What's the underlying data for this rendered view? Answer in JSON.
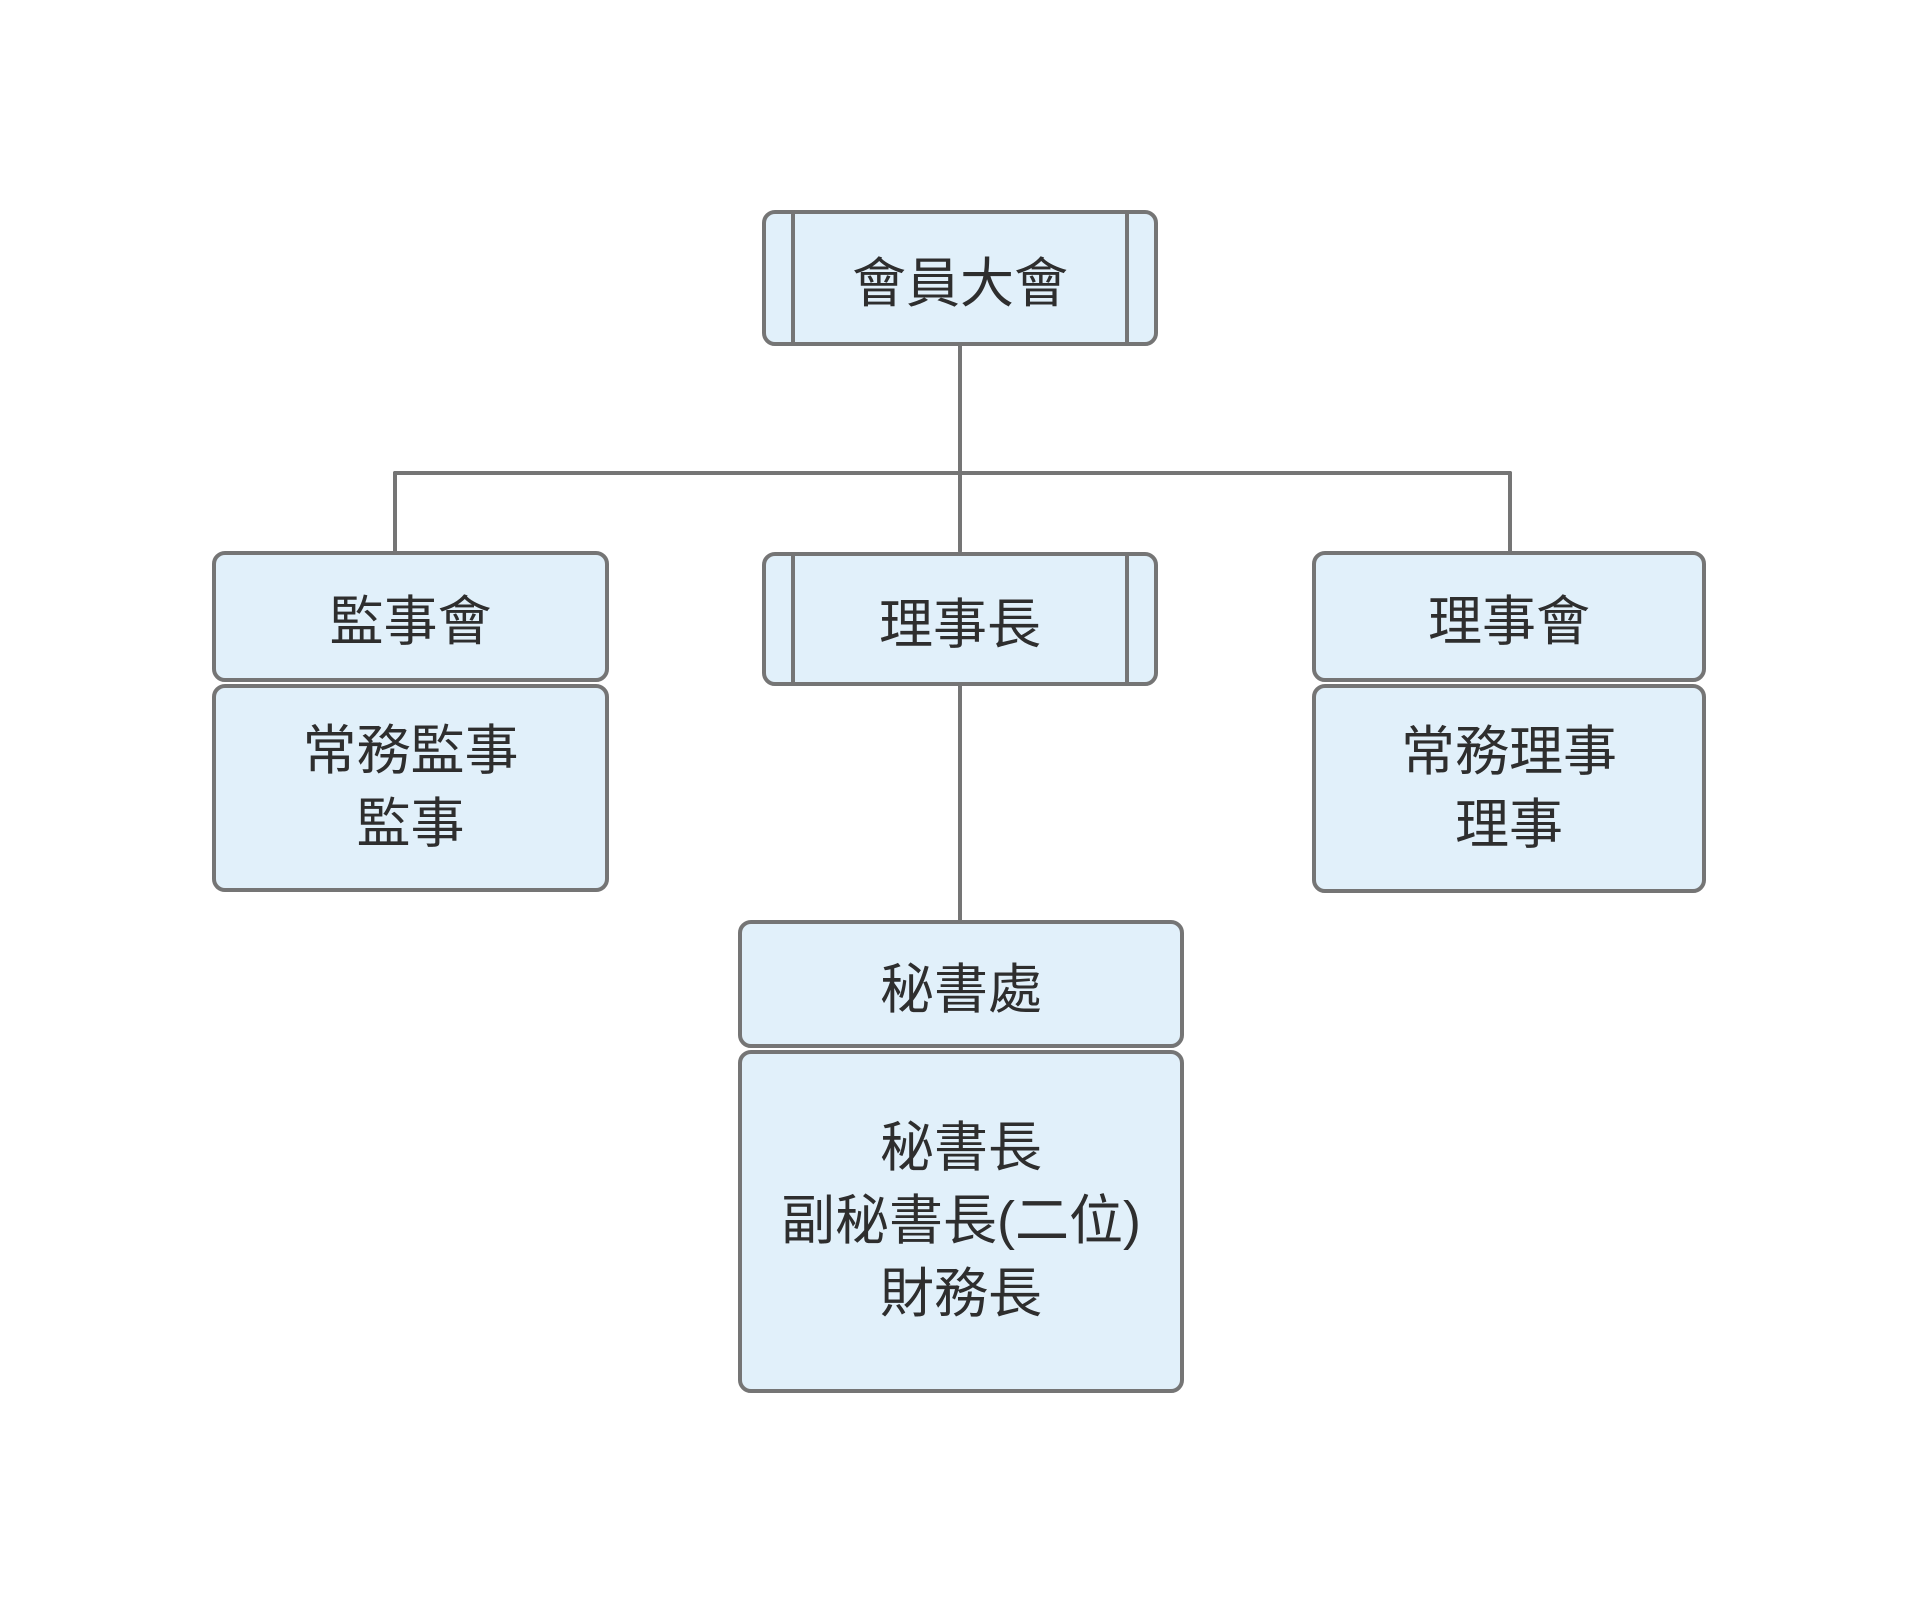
{
  "diagram": {
    "type": "org-chart",
    "colors": {
      "background": "#FFFFFF",
      "node_fill": "#E1F0FA",
      "node_border": "#757575",
      "connector": "#757575",
      "text": "#2E2E2E"
    },
    "nodes": {
      "assembly": {
        "label": "會員大會",
        "shape": "subroutine"
      },
      "supervisors": {
        "title": "監事會",
        "shape": "stacked",
        "members": [
          "常務監事",
          "監事"
        ]
      },
      "chairman": {
        "label": "理事長",
        "shape": "subroutine"
      },
      "directors": {
        "title": "理事會",
        "shape": "stacked",
        "members": [
          "常務理事",
          "理事"
        ]
      },
      "secretariat": {
        "title": "秘書處",
        "shape": "stacked",
        "members": [
          "秘書長",
          "副秘書長(二位)",
          "財務長"
        ]
      }
    },
    "edges": [
      {
        "from": "assembly",
        "to": "supervisors"
      },
      {
        "from": "assembly",
        "to": "chairman"
      },
      {
        "from": "assembly",
        "to": "directors"
      },
      {
        "from": "chairman",
        "to": "secretariat"
      }
    ]
  }
}
